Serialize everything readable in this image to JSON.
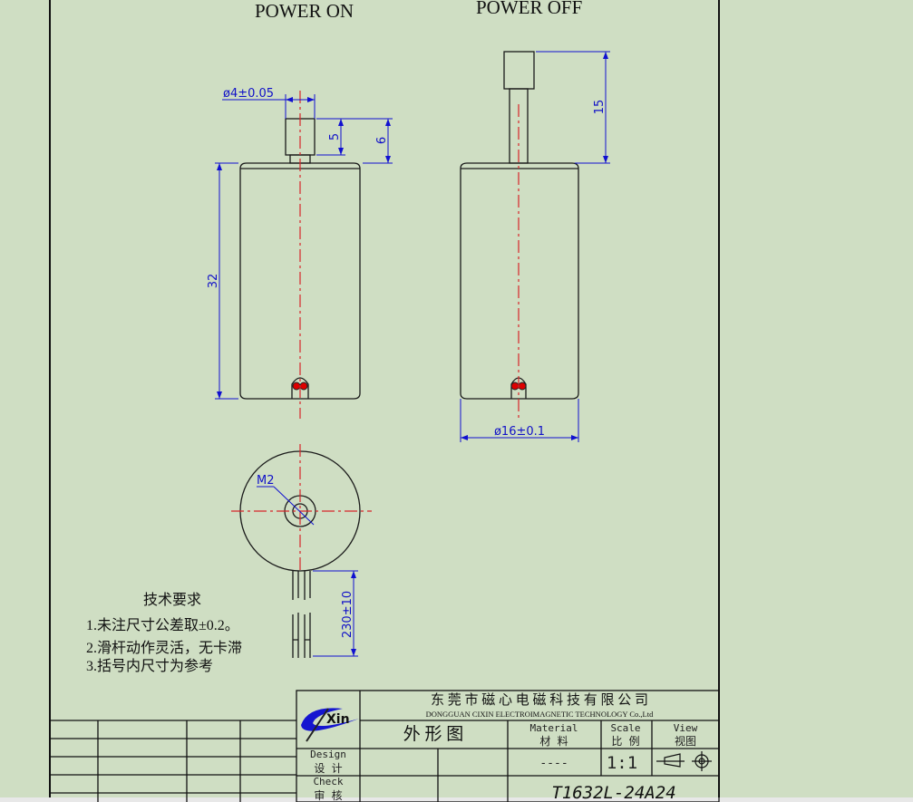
{
  "views": {
    "left_title": "POWER ON",
    "right_title": "POWER OFF"
  },
  "dimensions": {
    "shaft_diameter": "ø4±0.05",
    "cap_height": "5",
    "shaft_height": "6",
    "body_length": "32",
    "stroke": "15",
    "body_diameter": "ø16±0.1",
    "thread": "M2",
    "wire_length": "230±10"
  },
  "notes": {
    "title": "技术要求",
    "items": [
      "1.未注尺寸公差取±0.2。",
      "2.滑杆动作灵活，无卡滞",
      "3.括号内尺寸为参考"
    ]
  },
  "title_block": {
    "logo_text": "Xin",
    "company_cn": "东 莞 市 磁 心 电 磁 科 技 有 限 公 司",
    "company_en": "DONGGUAN  CIXIN  ELECTROIMAGNETIC  TECHNOLOGY  Co.,Ltd",
    "drawing_name": "外 形 图",
    "material_label_en": "Material",
    "material_label_cn": "材 料",
    "scale_label_en": "Scale",
    "scale_label_cn": "比 例",
    "view_label_en": "View",
    "view_label_cn": "视图",
    "design_en": "Design",
    "design_cn": "设 计",
    "check_en": "Check",
    "check_cn": "审 核",
    "material_value": "----",
    "scale_value": "1:1",
    "part_number": "T1632L-24A24"
  },
  "colors": {
    "background": "#cfdec3",
    "dimension": "#1010d0",
    "centerline": "#d8262a"
  }
}
